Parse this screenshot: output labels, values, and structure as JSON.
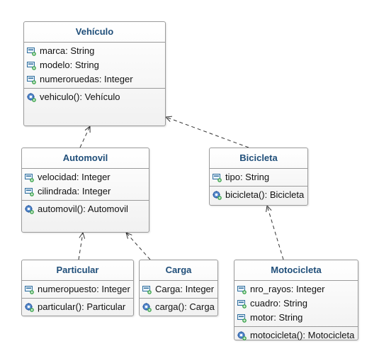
{
  "classes": {
    "vehiculo": {
      "name": "Vehículo",
      "attributes": [
        "marca: String",
        "modelo: String",
        "numeroruedas: Integer"
      ],
      "methods": [
        "vehiculo(): Vehículo"
      ]
    },
    "automovil": {
      "name": "Automovil",
      "attributes": [
        "velocidad: Integer",
        "cilindrada: Integer"
      ],
      "methods": [
        "automovil(): Automovil"
      ]
    },
    "bicicleta": {
      "name": "Bicicleta",
      "attributes": [
        "tipo: String"
      ],
      "methods": [
        "bicicleta(): Bicicleta"
      ]
    },
    "particular": {
      "name": "Particular",
      "attributes": [
        "numeropuesto: Integer"
      ],
      "methods": [
        "particular(): Particular"
      ]
    },
    "carga": {
      "name": "Carga",
      "attributes": [
        "Carga: Integer"
      ],
      "methods": [
        "carga(): Carga"
      ]
    },
    "motocicleta": {
      "name": "Motocicleta",
      "attributes": [
        "nro_rayos: Integer",
        "cuadro: String",
        "motor: String"
      ],
      "methods": [
        "motocicleta(): Motocicleta"
      ]
    }
  },
  "relations": [
    {
      "from": "automovil",
      "to": "vehiculo",
      "style": "dashed-open-arrow"
    },
    {
      "from": "bicicleta",
      "to": "vehiculo",
      "style": "dashed-open-arrow"
    },
    {
      "from": "particular",
      "to": "automovil",
      "style": "dashed-open-arrow"
    },
    {
      "from": "carga",
      "to": "automovil",
      "style": "dashed-open-arrow"
    },
    {
      "from": "motocicleta",
      "to": "bicicleta",
      "style": "dashed-open-arrow"
    }
  ],
  "icons": {
    "attribute": "attribute-icon",
    "method": "method-icon"
  },
  "colors": {
    "title": "#1f4e79",
    "border": "#9a9a9a",
    "connector": "#333333"
  }
}
